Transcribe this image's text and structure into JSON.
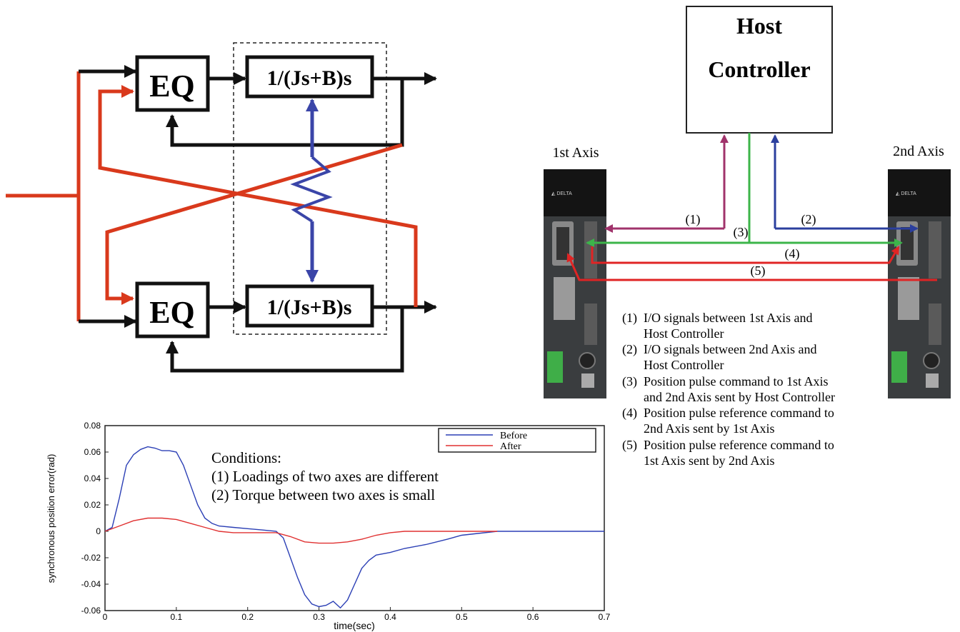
{
  "block_diagram": {
    "eq_label": "EQ",
    "plant_label": "1/(Js+B)s"
  },
  "system": {
    "host_line1": "Host",
    "host_line2": "Controller",
    "axis1_label": "1st Axis",
    "axis2_label": "2nd Axis",
    "link_labels": [
      "(1)",
      "(2)",
      "(3)",
      "(4)",
      "(5)"
    ],
    "legend": [
      {
        "num": "(1)",
        "line1": "I/O signals between 1st Axis and",
        "line2": "Host Controller"
      },
      {
        "num": "(2)",
        "line1": "I/O signals between 2nd Axis and",
        "line2": "Host Controller"
      },
      {
        "num": "(3)",
        "line1": "Position pulse command to 1st Axis",
        "line2": "and 2nd Axis sent by Host Controller"
      },
      {
        "num": "(4)",
        "line1": "Position pulse reference command to",
        "line2": "2nd Axis sent by 1st Axis"
      },
      {
        "num": "(5)",
        "line1": "Position pulse reference command to",
        "line2": "1st Axis sent by 2nd Axis"
      }
    ],
    "colors": {
      "link1": "#a0336b",
      "link2": "#2b3f9e",
      "link3": "#3cb54a",
      "link4": "#e02424",
      "link5": "#e02424"
    }
  },
  "chart_data": {
    "type": "line",
    "xlabel": "time(sec)",
    "ylabel": "synchronous position error(rad)",
    "xlim": [
      0,
      0.7
    ],
    "ylim": [
      -0.06,
      0.08
    ],
    "x_ticks": [
      "0",
      "0.1",
      "0.2",
      "0.3",
      "0.4",
      "0.5",
      "0.6",
      "0.7"
    ],
    "y_ticks": [
      "0.08",
      "0.06",
      "0.04",
      "0.02",
      "0",
      "-0.02",
      "-0.04",
      "-0.06"
    ],
    "legend_placement": "top-right",
    "annotation": [
      "Conditions:",
      "(1) Loadings of two axes are different",
      "(2) Torque between two axes is small"
    ],
    "series": [
      {
        "name": "Before",
        "color": "#2b3fb5",
        "x": [
          0,
          0.01,
          0.02,
          0.03,
          0.04,
          0.05,
          0.06,
          0.07,
          0.08,
          0.09,
          0.1,
          0.11,
          0.12,
          0.13,
          0.14,
          0.15,
          0.16,
          0.18,
          0.2,
          0.22,
          0.24,
          0.25,
          0.26,
          0.27,
          0.28,
          0.29,
          0.3,
          0.31,
          0.32,
          0.33,
          0.34,
          0.35,
          0.36,
          0.37,
          0.38,
          0.4,
          0.42,
          0.45,
          0.48,
          0.5,
          0.55,
          0.6,
          0.65,
          0.7
        ],
        "y": [
          0,
          0.003,
          0.025,
          0.05,
          0.058,
          0.062,
          0.064,
          0.063,
          0.061,
          0.061,
          0.06,
          0.05,
          0.035,
          0.02,
          0.01,
          0.006,
          0.004,
          0.003,
          0.002,
          0.001,
          0.0,
          -0.005,
          -0.02,
          -0.035,
          -0.048,
          -0.055,
          -0.057,
          -0.056,
          -0.053,
          -0.058,
          -0.052,
          -0.04,
          -0.028,
          -0.022,
          -0.018,
          -0.016,
          -0.013,
          -0.01,
          -0.006,
          -0.003,
          0.0,
          0.0,
          0.0,
          0.0
        ]
      },
      {
        "name": "After",
        "color": "#e03030",
        "x": [
          0,
          0.02,
          0.04,
          0.06,
          0.08,
          0.1,
          0.12,
          0.14,
          0.16,
          0.18,
          0.2,
          0.22,
          0.24,
          0.26,
          0.28,
          0.3,
          0.32,
          0.34,
          0.36,
          0.38,
          0.4,
          0.42,
          0.45,
          0.5,
          0.55
        ],
        "y": [
          0,
          0.004,
          0.008,
          0.01,
          0.01,
          0.009,
          0.006,
          0.003,
          0.0,
          -0.001,
          -0.001,
          -0.001,
          -0.001,
          -0.004,
          -0.008,
          -0.009,
          -0.009,
          -0.008,
          -0.006,
          -0.003,
          -0.001,
          0.0,
          0.0,
          0.0,
          0.0
        ]
      }
    ]
  }
}
